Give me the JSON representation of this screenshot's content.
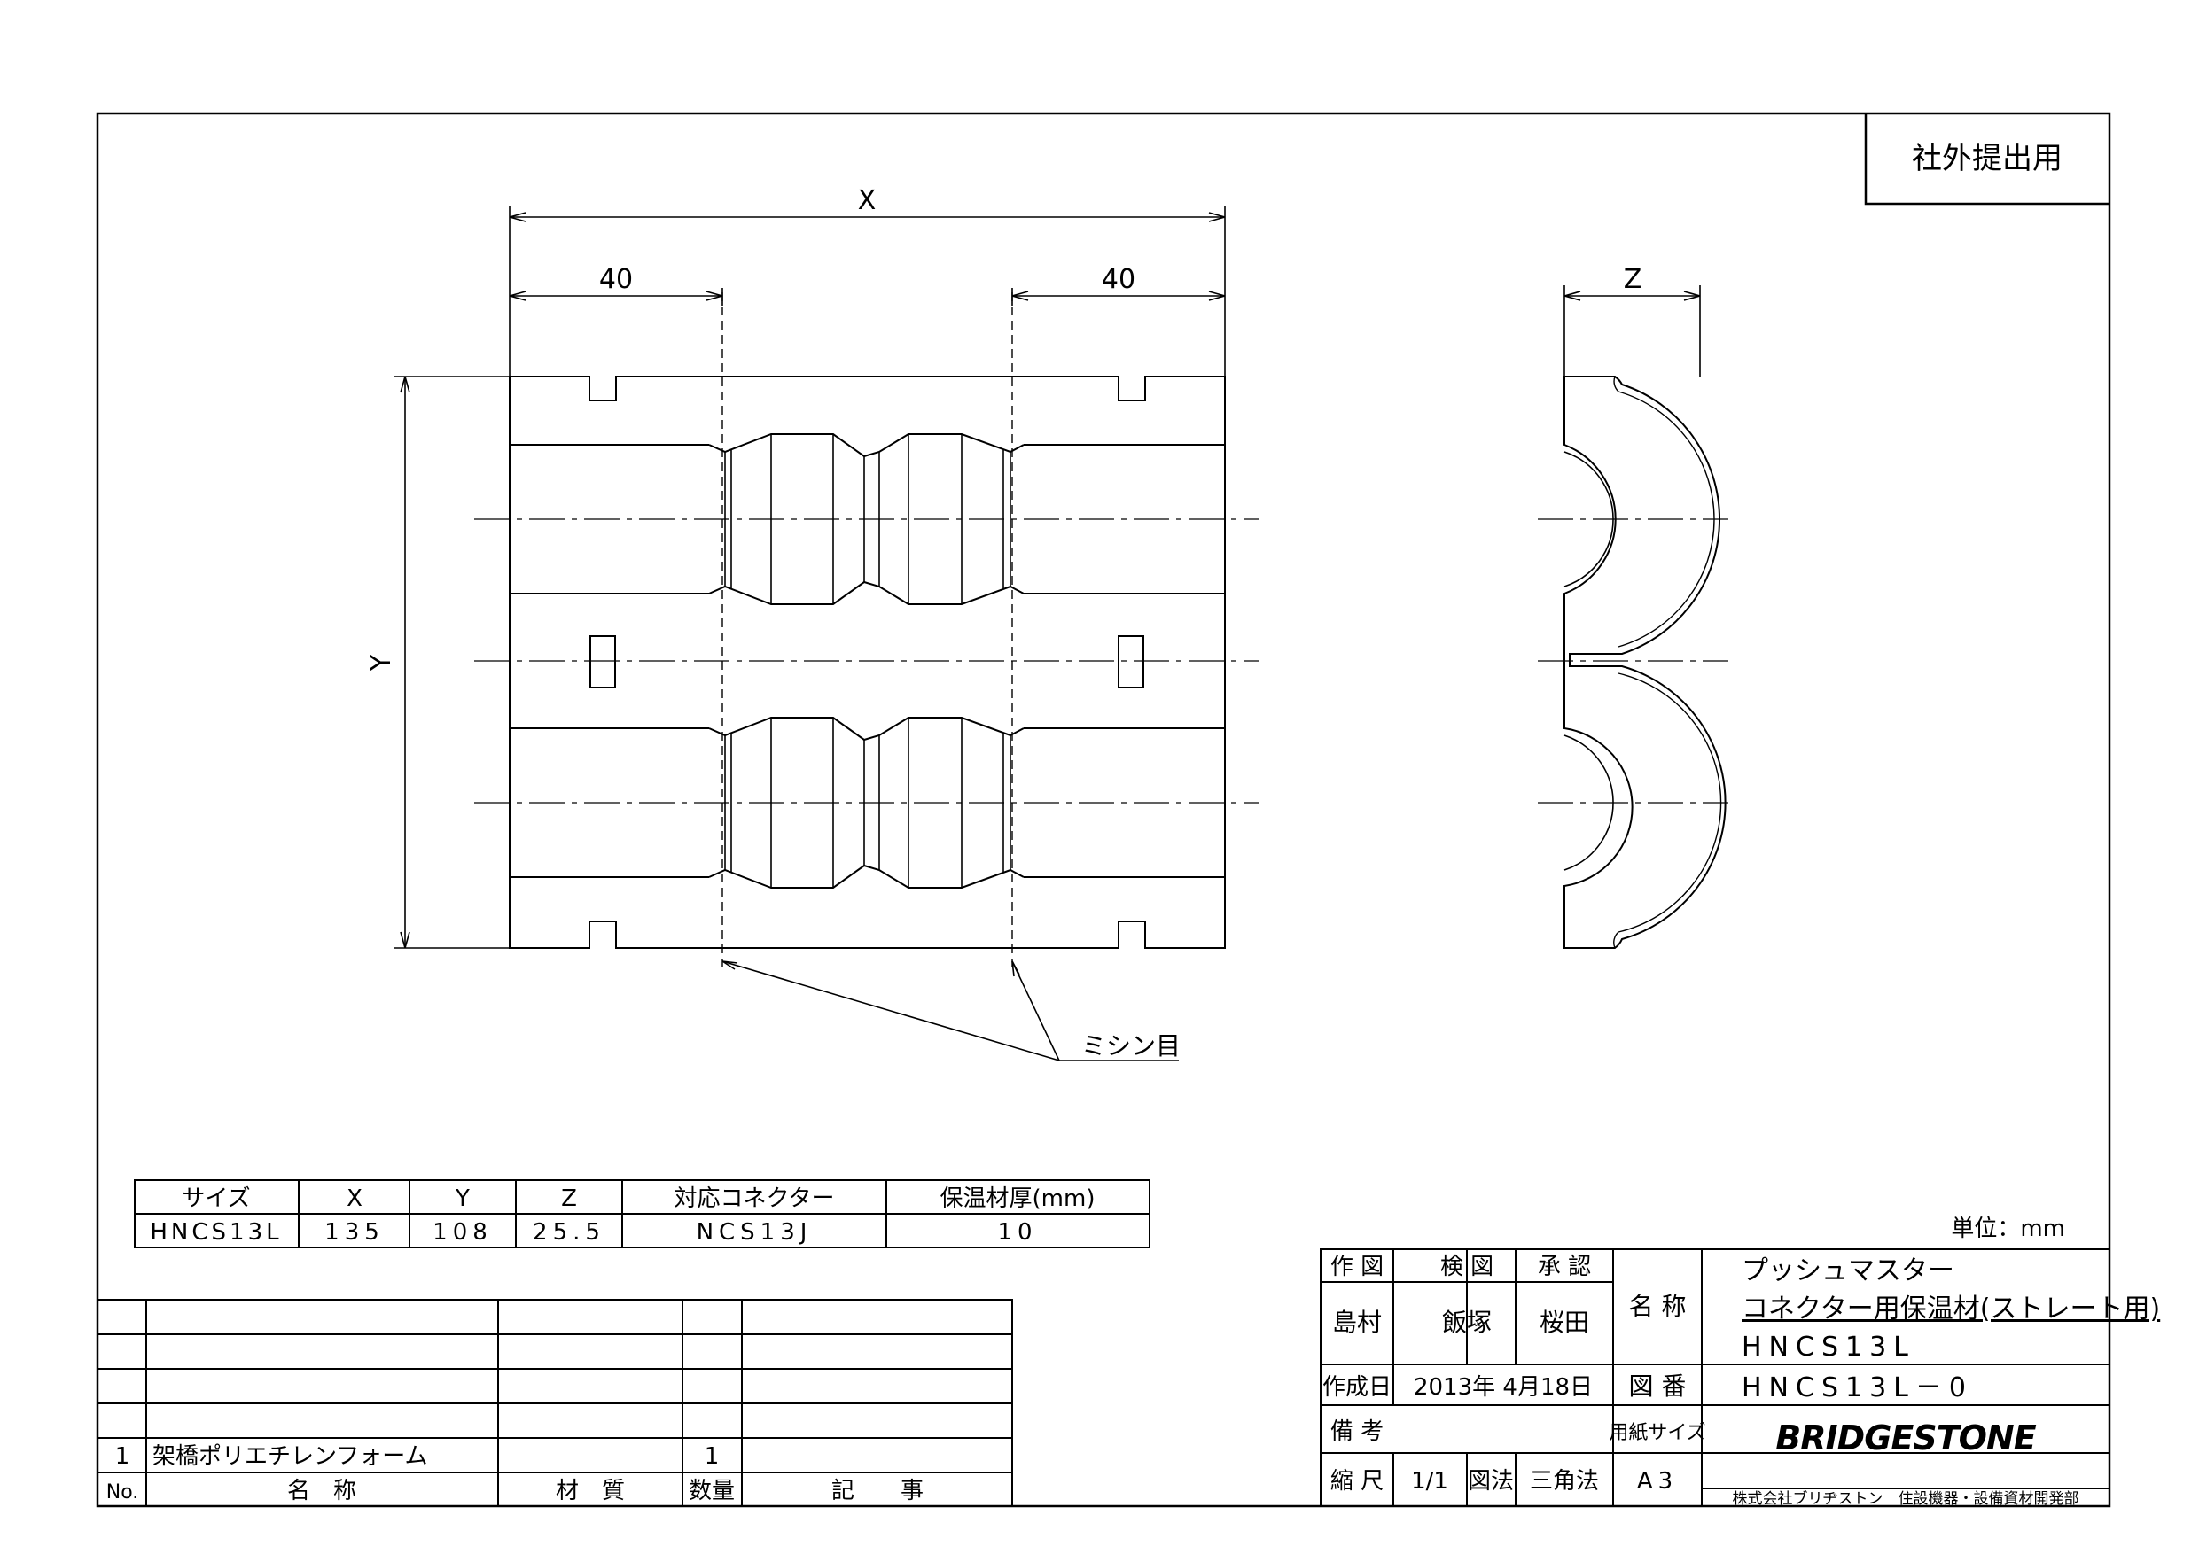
{
  "stamp": "社外提出用",
  "drawing": {
    "dim_x": "X",
    "dim_y": "Y",
    "dim_z": "Z",
    "dim_left": "40",
    "dim_right": "40",
    "perforation_note": "ミシン目"
  },
  "spec_table": {
    "headers": [
      "サイズ",
      "X",
      "Y",
      "Z",
      "対応コネクター",
      "保温材厚(mm)"
    ],
    "row": [
      "HNCS13L",
      "135",
      "108",
      "25.5",
      "NCS13J",
      "10"
    ]
  },
  "unit": "単位：mm",
  "parts_list": {
    "headers": [
      "No.",
      "名　称",
      "材　質",
      "数量",
      "記　　事"
    ],
    "rows": [
      [
        "",
        "",
        "",
        "",
        ""
      ],
      [
        "",
        "",
        "",
        "",
        ""
      ],
      [
        "",
        "",
        "",
        "",
        ""
      ],
      [
        "",
        "",
        "",
        "",
        ""
      ],
      [
        "1",
        "架橋ポリエチレンフォーム",
        "",
        "1",
        ""
      ]
    ]
  },
  "title_block": {
    "drawn_label": "作 図",
    "checked_label": "検 図",
    "approved_label": "承 認",
    "drawn_by": "島村",
    "checked_by": "飯塚",
    "approved_by": "桜田",
    "name_label": "名 称",
    "product_line1": "プッシュマスター",
    "product_line2": "コネクター用保温材(ストレート用)",
    "product_line3": "HNCS13L",
    "date_label": "作成日",
    "date": "2013年 4月18日",
    "drawing_no_label": "図 番",
    "drawing_no": "HNCS13L－0",
    "remarks_label": "備 考",
    "paper_size_label": "用紙サイズ",
    "scale_label": "縮 尺",
    "scale": "1/1",
    "projection_label": "図法",
    "projection": "三角法",
    "paper_size": "A3",
    "brand": "BRIDGESTONE",
    "company": "株式会社ブリヂストン　住設機器・設備資材開発部"
  }
}
